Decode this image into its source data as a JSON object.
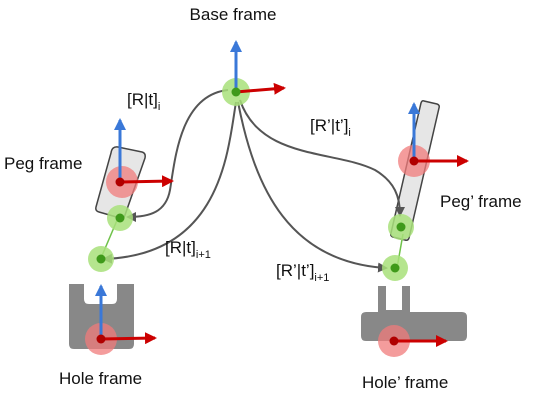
{
  "frames": {
    "base": "Base frame",
    "peg": "Peg frame",
    "peg_prime": "Peg’ frame",
    "hole": "Hole frame",
    "hole_prime": "Hole’ frame"
  },
  "transforms": {
    "rt_i": {
      "main": "[R|t]",
      "sub": "i"
    },
    "rt_i1": {
      "main": "[R|t]",
      "sub": "i+1"
    },
    "rt_prime_i": {
      "main": "[R’|t’]",
      "sub": "i"
    },
    "rt_prime_i1": {
      "main": "[R’|t’]",
      "sub": "i+1"
    }
  },
  "colors": {
    "x_axis": "#cc0000",
    "z_axis": "#3a78d8",
    "origin_halo": "#f07b7b",
    "origin_dot": "#b00000",
    "waypoint_halo": "#a8e07a",
    "waypoint_dot": "#3f9a1a",
    "peg_body": "#e6e6e6",
    "hole_body": "#888888",
    "arrow": "#555555",
    "guide_line": "#6fc24a"
  }
}
